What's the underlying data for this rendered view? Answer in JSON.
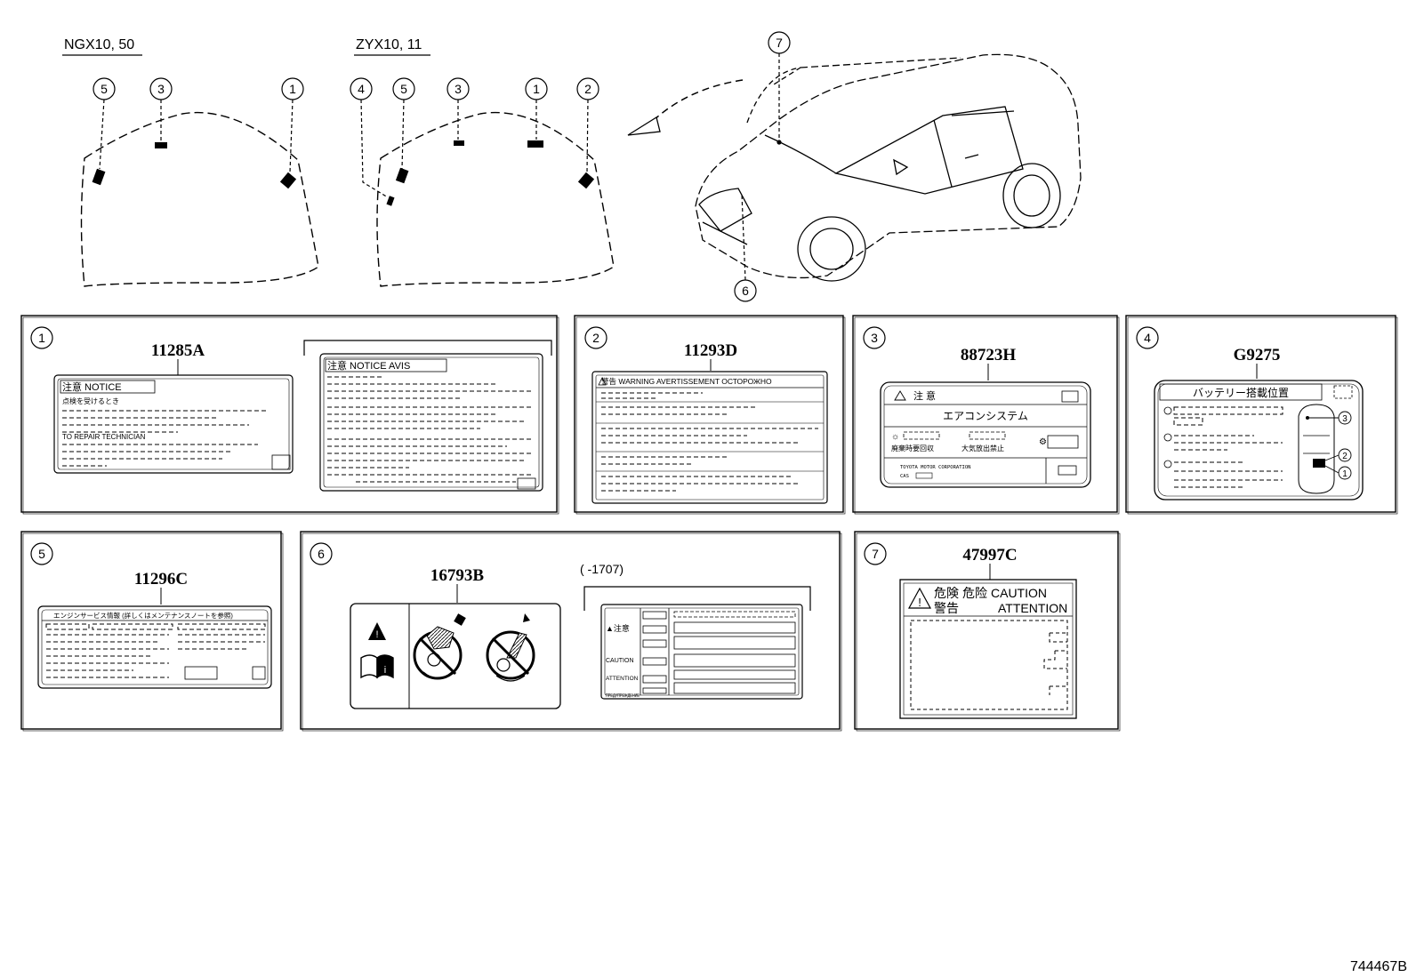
{
  "models": {
    "left": "NGX10, 50",
    "right": "ZYX10, 11"
  },
  "overview_callouts": {
    "hood_left": [
      "5",
      "3",
      "1"
    ],
    "hood_right": [
      "4",
      "5",
      "3",
      "1",
      "2"
    ],
    "vehicle_top": "7",
    "vehicle_bottom": "6"
  },
  "panels": [
    {
      "index": "1",
      "part_no": "11285A"
    },
    {
      "index": "2",
      "part_no": "11293D"
    },
    {
      "index": "3",
      "part_no": "88723H"
    },
    {
      "index": "4",
      "part_no": "G9275"
    },
    {
      "index": "5",
      "part_no": "11296C"
    },
    {
      "index": "6",
      "part_no": "16793B",
      "note": "(      -1707)"
    },
    {
      "index": "7",
      "part_no": "47997C"
    }
  ],
  "labels": {
    "p1_left_header": "注意  NOTICE",
    "p1_left_line1": "点検を受けるとき",
    "p1_left_line2": "TO REPAIR TECHNICIAN",
    "p1_right_header": "注意  NOTICE   AVIS",
    "p2_header": "警告  WARNING  AVERTISSEMENT  ОСТОРОЖНО",
    "p3_header": "注 意",
    "p3_system": "エアコンシステム",
    "p3_left_caption": "廃棄時要回収",
    "p3_right_caption": "大気放出禁止",
    "p3_maker": "TOYOTA MOTOR CORPORATION",
    "p3_cas": "CAS",
    "p4_header": "バッテリー搭載位置",
    "p4_marks": [
      "1",
      "2",
      "3"
    ],
    "p5_header": "エンジンサービス情報  (詳しくはメンテナンスノートを参照)",
    "p6_row1": "▲注意",
    "p6_row2": "CAUTION",
    "p6_row3": "ATTENTION",
    "p6_row4": "ПРЕДУПРЕЖДЕНИЕ",
    "p7_h1a": "危険",
    "p7_h1b": "危险",
    "p7_h1c": "CAUTION",
    "p7_h2a": "警告",
    "p7_h2b": "ATTENTION"
  },
  "diagram_id": "744467B"
}
